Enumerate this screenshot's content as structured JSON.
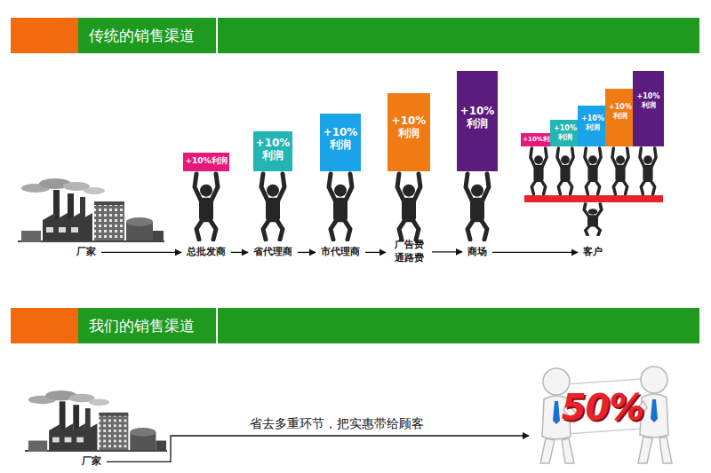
{
  "diagram": {
    "nodes": [
      {
        "text": [
          "传统的销售渠道"
        ]
      },
      {
        "text": [
          "厂家"
        ]
      },
      {
        "text": [
          "总批发商"
        ]
      },
      {
        "text": [
          "省代理商"
        ]
      },
      {
        "text": [
          "市代理商"
        ]
      },
      {
        "text": [
          "广告费 通路费"
        ]
      },
      {
        "text": [
          "商场"
        ]
      },
      {
        "text": [
          "客户"
        ]
      },
      {
        "text": [
          "+10%利润"
        ]
      },
      {
        "text": [
          "+10% 利润"
        ]
      },
      {
        "text": [
          "+10% 利润"
        ]
      },
      {
        "text": [
          "+10% 利润"
        ]
      },
      {
        "text": [
          "+10% 利润"
        ]
      },
      {
        "text": [
          "+10%利润"
        ]
      },
      {
        "text": [
          "+10% 利润"
        ]
      },
      {
        "text": [
          "+10% 利润"
        ]
      },
      {
        "text": [
          "+10% 利润"
        ]
      },
      {
        "text": [
          "+10% 利润"
        ]
      },
      {
        "text": [
          "我们的销售渠道"
        ]
      },
      {
        "text": [
          "厂家"
        ]
      },
      {
        "text": [
          "50%"
        ]
      }
    ],
    "edges": [
      {
        "from": 1,
        "to": 2,
        "arrow": "to"
      },
      {
        "from": 2,
        "to": 3,
        "arrow": "to"
      },
      {
        "from": 3,
        "to": 4,
        "arrow": "to"
      },
      {
        "from": 4,
        "to": 5,
        "arrow": "to"
      },
      {
        "from": 5,
        "to": 6,
        "arrow": "to"
      },
      {
        "from": 6,
        "to": 7,
        "arrow": "to"
      },
      {
        "from": 19,
        "to": 20,
        "label": "省去多重环节，把实惠带给顾客",
        "arrow": "to"
      }
    ]
  }
}
